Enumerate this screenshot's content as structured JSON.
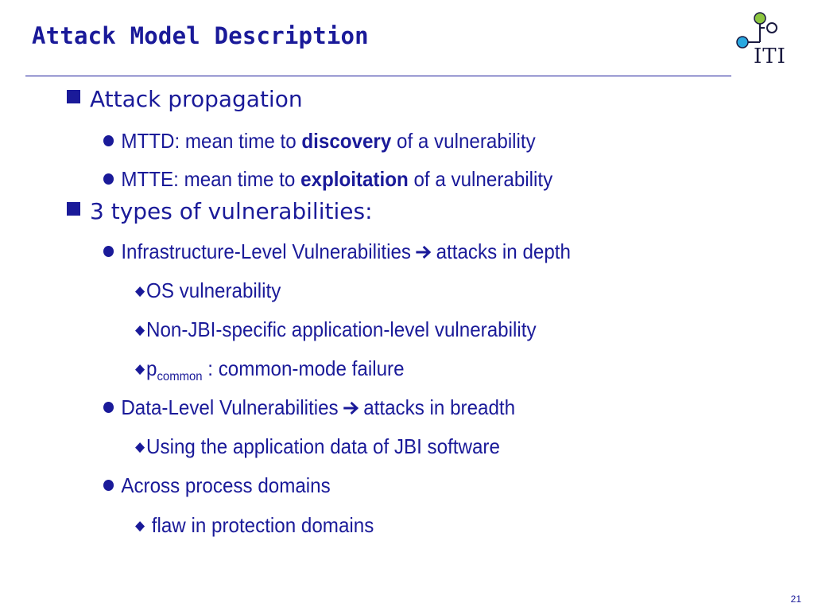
{
  "title": "Attack Model Description",
  "logo": {
    "text": "ITI"
  },
  "bullets": {
    "attack_propagation": {
      "label": "Attack propagation",
      "mttd": {
        "prefix": "MTTD: mean time to ",
        "emph": "discovery",
        "suffix": " of a vulnerability"
      },
      "mtte": {
        "prefix": "MTTE: mean time to ",
        "emph": "exploitation",
        "suffix": " of a vulnerability"
      }
    },
    "vuln_types": {
      "label": "3 types of vulnerabilities:",
      "infrastructure": {
        "label": "Infrastructure-Level Vulnerabilities",
        "result": "attacks in depth",
        "items": {
          "os": "OS vulnerability",
          "non_jbi": "Non-JBI-specific application-level vulnerability",
          "pcommon": {
            "base": "p",
            "sub": "common",
            "rest": " : common-mode failure"
          }
        }
      },
      "data_level": {
        "label": "Data-Level Vulnerabilities",
        "result": "attacks in breadth",
        "items": {
          "app_data": "Using the application data of JBI software"
        }
      },
      "across": {
        "label": "Across process domains",
        "items": {
          "flaw": " flaw in protection domains"
        }
      }
    }
  },
  "page_number": "21",
  "colors": {
    "text": "#1a1a99",
    "logo_green": "#8cc63f",
    "logo_blue": "#29a8e0"
  },
  "icons": {
    "arrow": "right-arrow-icon",
    "bullet_l1": "square-bullet-icon",
    "bullet_l2": "circle-bullet-icon",
    "bullet_l3": "diamond-bullet-icon"
  }
}
